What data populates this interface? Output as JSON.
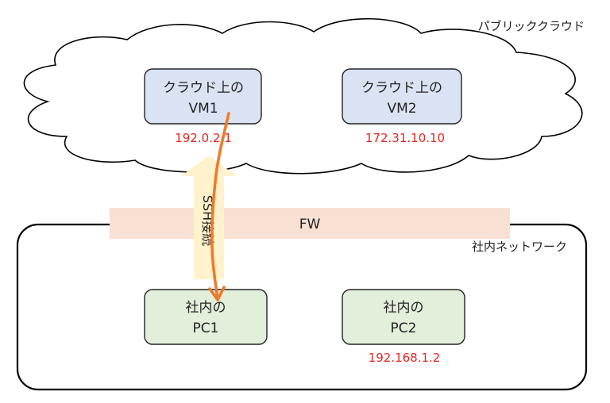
{
  "diagram": {
    "cloud": {
      "label": "パブリッククラウド",
      "fill": "#ffffff",
      "stroke": "#000000"
    },
    "internal_network": {
      "label": "社内ネットワーク",
      "stroke": "#000000"
    },
    "firewall": {
      "label": "FW",
      "fill": "#f8e0d2"
    },
    "vm1": {
      "line1": "クラウド上の",
      "line2": "VM1",
      "ip": "192.0.2.1",
      "fill": "#dae3f3"
    },
    "vm2": {
      "line1": "クラウド上の",
      "line2": "VM2",
      "ip": "172.31.10.10",
      "fill": "#dae3f3"
    },
    "pc1": {
      "line1": "社内の",
      "line2": "PC1",
      "fill": "#e2efda"
    },
    "pc2": {
      "line1": "社内の",
      "line2": "PC2",
      "ip": "192.168.1.2",
      "fill": "#e2efda"
    },
    "ssh_arrow": {
      "label": "SSH接続",
      "fill": "#fff2cc"
    },
    "connection_line": {
      "color": "#f07a2a"
    },
    "box_stroke": "#222222",
    "ip_color": "#e8251f"
  }
}
